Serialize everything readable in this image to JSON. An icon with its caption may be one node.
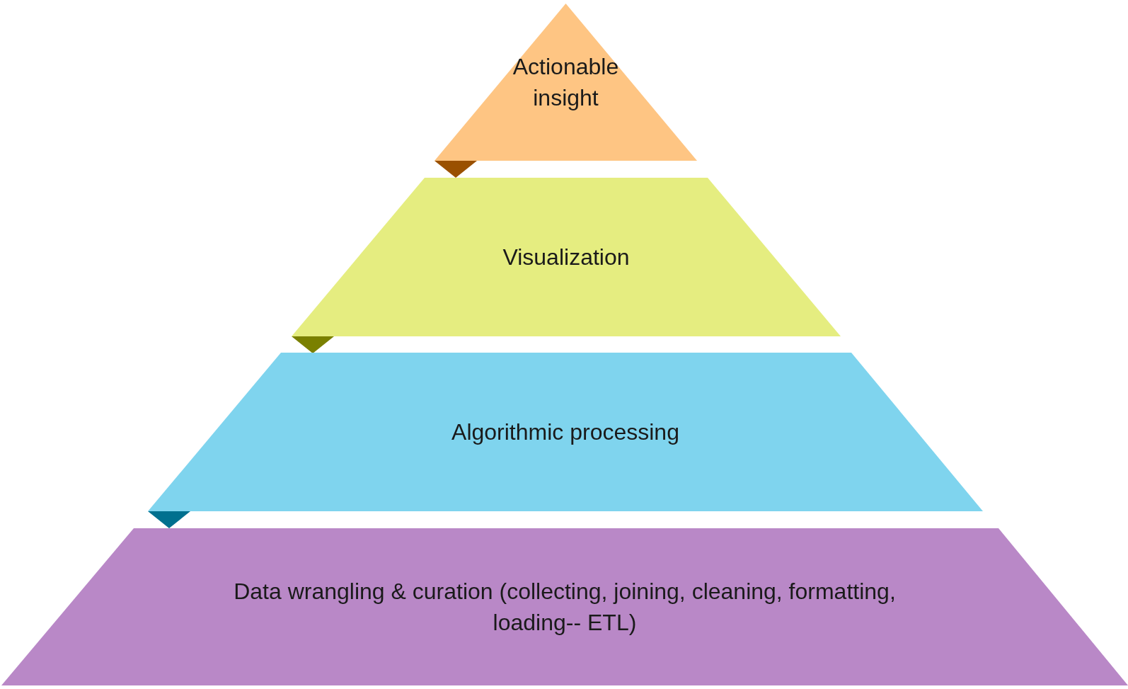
{
  "diagram": {
    "nodes": [
      {
        "text": [
          "Actionable insight"
        ]
      },
      {
        "text": [
          "Visualization"
        ]
      },
      {
        "text": [
          "Algorithmic processing"
        ]
      },
      {
        "text": [
          "Data wrangling & curation (collecting, joining, cleaning, formatting, loading-- ETL)"
        ]
      }
    ]
  }
}
